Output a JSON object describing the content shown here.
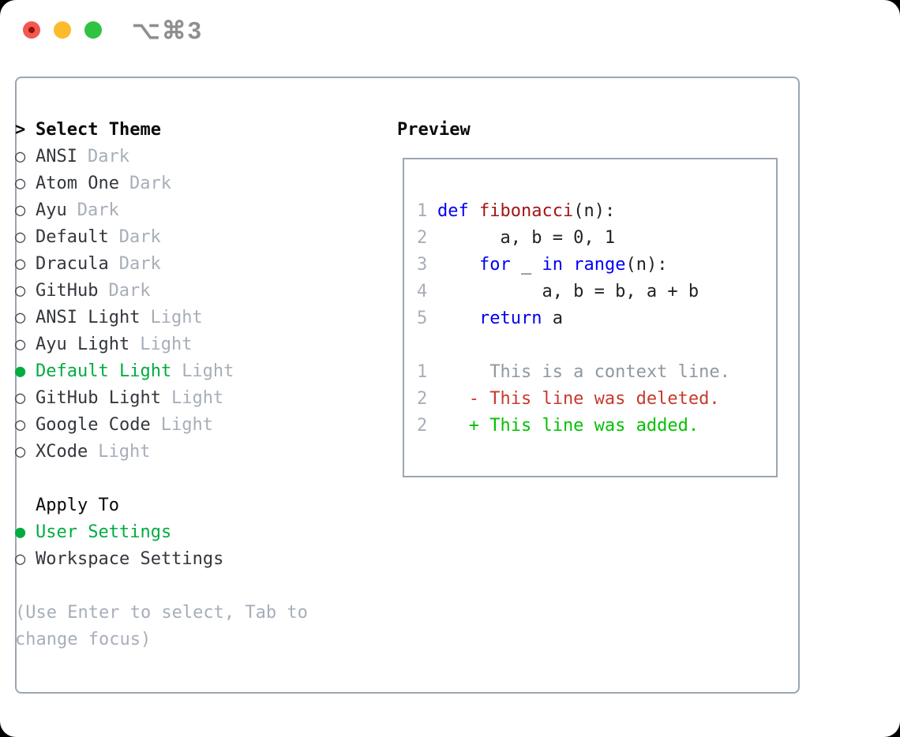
{
  "window": {
    "shortcut_label": "⌥⌘3",
    "traffic_lights": [
      "close",
      "minimize",
      "zoom"
    ]
  },
  "colors": {
    "selection_green": "#00ac40",
    "tag_gray": "#a7aeb9",
    "keyword_blue": "#0000f5",
    "function_red": "#a31515",
    "deleted_red": "#c63a2c",
    "added_green": "#02c202",
    "border_gray": "#9ca6b0"
  },
  "theme_picker": {
    "title_prefix": ">",
    "title": "Select Theme",
    "themes": [
      {
        "name": "ANSI",
        "tag": "Dark",
        "selected": false
      },
      {
        "name": "Atom One",
        "tag": "Dark",
        "selected": false
      },
      {
        "name": "Ayu",
        "tag": "Dark",
        "selected": false
      },
      {
        "name": "Default",
        "tag": "Dark",
        "selected": false
      },
      {
        "name": "Dracula",
        "tag": "Dark",
        "selected": false
      },
      {
        "name": "GitHub",
        "tag": "Dark",
        "selected": false
      },
      {
        "name": "ANSI Light",
        "tag": "Light",
        "selected": false
      },
      {
        "name": "Ayu Light",
        "tag": "Light",
        "selected": false
      },
      {
        "name": "Default Light",
        "tag": "Light",
        "selected": true
      },
      {
        "name": "GitHub Light",
        "tag": "Light",
        "selected": false
      },
      {
        "name": "Google Code",
        "tag": "Light",
        "selected": false
      },
      {
        "name": "XCode",
        "tag": "Light",
        "selected": false
      }
    ],
    "marker_unselected": "○",
    "marker_selected": "●",
    "apply_to": {
      "title": "Apply To",
      "options": [
        {
          "label": "User Settings",
          "selected": true
        },
        {
          "label": "Workspace Settings",
          "selected": false
        }
      ]
    },
    "hint": "(Use Enter to select, Tab to change focus)"
  },
  "preview": {
    "title": "Preview",
    "lines": [
      {
        "num": "1",
        "kind": "code",
        "segments": [
          {
            "text": "def",
            "color": "keyword"
          },
          {
            "text": " ",
            "color": "plain"
          },
          {
            "text": "fibonacci",
            "color": "function"
          },
          {
            "text": "(n):",
            "color": "plain"
          }
        ]
      },
      {
        "num": "2",
        "kind": "code",
        "segments": [
          {
            "text": "      a, b = 0, 1",
            "color": "plain"
          }
        ]
      },
      {
        "num": "3",
        "kind": "code",
        "segments": [
          {
            "text": "    ",
            "color": "plain"
          },
          {
            "text": "for",
            "color": "keyword"
          },
          {
            "text": " _ ",
            "color": "plain"
          },
          {
            "text": "in",
            "color": "keyword"
          },
          {
            "text": " ",
            "color": "plain"
          },
          {
            "text": "range",
            "color": "keyword"
          },
          {
            "text": "(n):",
            "color": "plain"
          }
        ]
      },
      {
        "num": "4",
        "kind": "code",
        "segments": [
          {
            "text": "          a, b = b, a + b",
            "color": "plain"
          }
        ]
      },
      {
        "num": "5",
        "kind": "code",
        "segments": [
          {
            "text": "    ",
            "color": "plain"
          },
          {
            "text": "return",
            "color": "keyword"
          },
          {
            "text": " a",
            "color": "plain"
          }
        ]
      },
      {
        "num": "",
        "kind": "blank",
        "segments": []
      },
      {
        "num": "1",
        "kind": "context",
        "segments": [
          {
            "text": "     This is a context line.",
            "color": "context"
          }
        ]
      },
      {
        "num": "2",
        "kind": "deleted",
        "segments": [
          {
            "text": "   - This line was deleted.",
            "color": "deleted"
          }
        ]
      },
      {
        "num": "2",
        "kind": "added",
        "segments": [
          {
            "text": "   + This line was added.",
            "color": "added"
          }
        ]
      }
    ]
  }
}
